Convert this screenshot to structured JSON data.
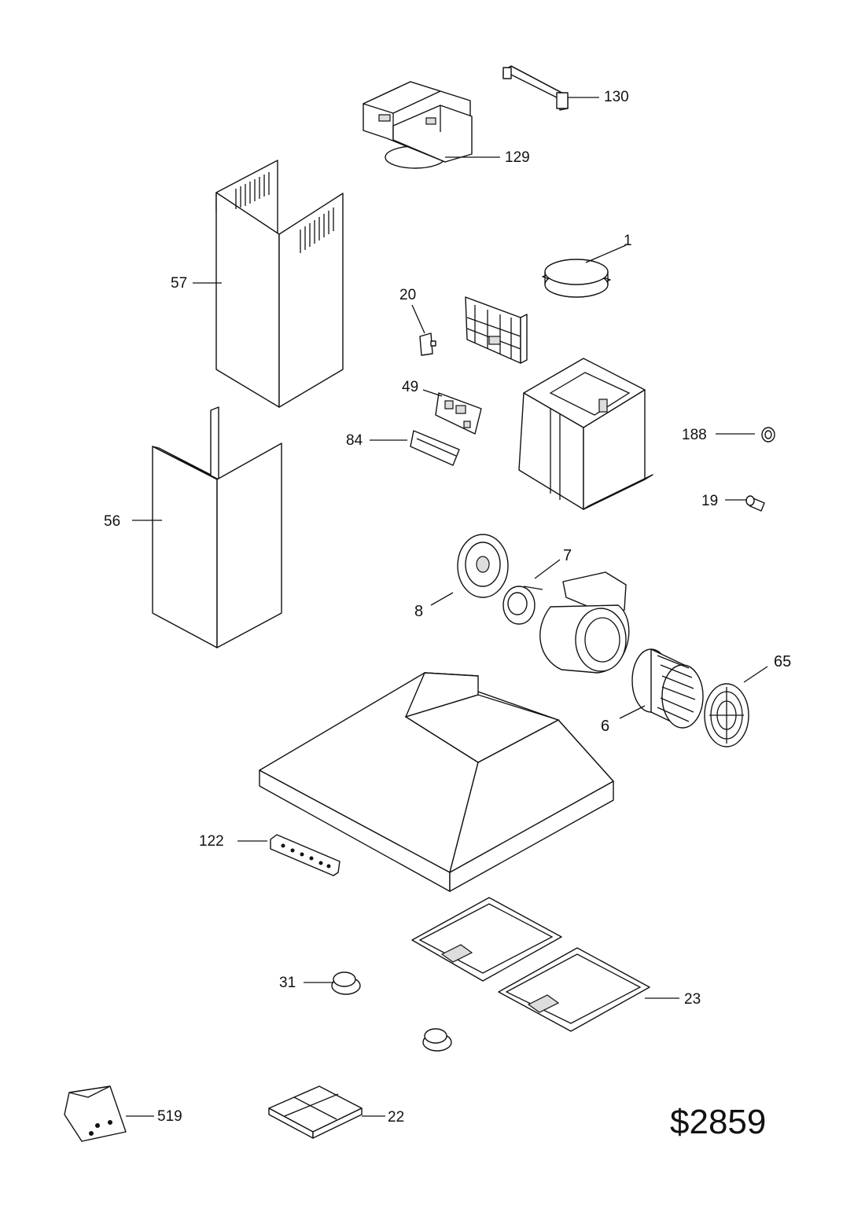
{
  "document": {
    "code": "$2859"
  },
  "callouts": [
    {
      "label": "130"
    },
    {
      "label": "129"
    },
    {
      "label": "1"
    },
    {
      "label": "57"
    },
    {
      "label": "20"
    },
    {
      "label": "49"
    },
    {
      "label": "84"
    },
    {
      "label": "188"
    },
    {
      "label": "19"
    },
    {
      "label": "56"
    },
    {
      "label": "7"
    },
    {
      "label": "8"
    },
    {
      "label": "65"
    },
    {
      "label": "6"
    },
    {
      "label": "122"
    },
    {
      "label": "31"
    },
    {
      "label": "23"
    },
    {
      "label": "519"
    },
    {
      "label": "22"
    }
  ]
}
